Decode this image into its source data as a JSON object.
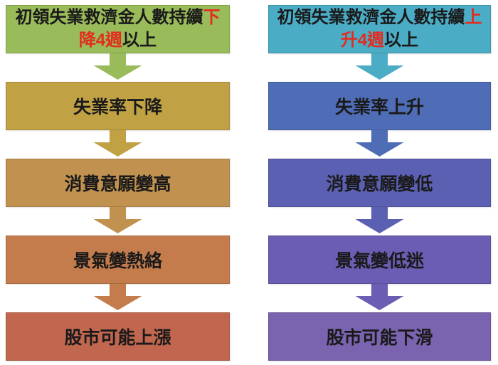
{
  "colors": {
    "background": "#FFFFFF",
    "text": "#1A1A1A",
    "highlight": "#E32B1E"
  },
  "columns": [
    {
      "name": "recovery-cycle-left",
      "boxes": [
        {
          "text_before": "初領失業救濟金人數持續",
          "text_highlight": "下降4週",
          "text_after": "以上",
          "color": "#9ABB59"
        },
        {
          "label": "失業率下降",
          "color": "#C0A245"
        },
        {
          "label": "消費意願變高",
          "color": "#C19150"
        },
        {
          "label": "景氣變熱絡",
          "color": "#C47C4C"
        },
        {
          "label": "股市可能上漲",
          "color": "#C2674F"
        }
      ]
    },
    {
      "name": "downturn-cycle-right",
      "boxes": [
        {
          "text_before": "初領失業救濟金人數持續",
          "text_highlight": "上升4週",
          "text_after": "以上",
          "color": "#4BACC6"
        },
        {
          "label": "失業率上升",
          "color": "#4F6DB6"
        },
        {
          "label": "消費意願變低",
          "color": "#5B60B3"
        },
        {
          "label": "景氣變低迷",
          "color": "#6A5DB3"
        },
        {
          "label": "股市可能下滑",
          "color": "#7A64B0"
        }
      ]
    }
  ]
}
